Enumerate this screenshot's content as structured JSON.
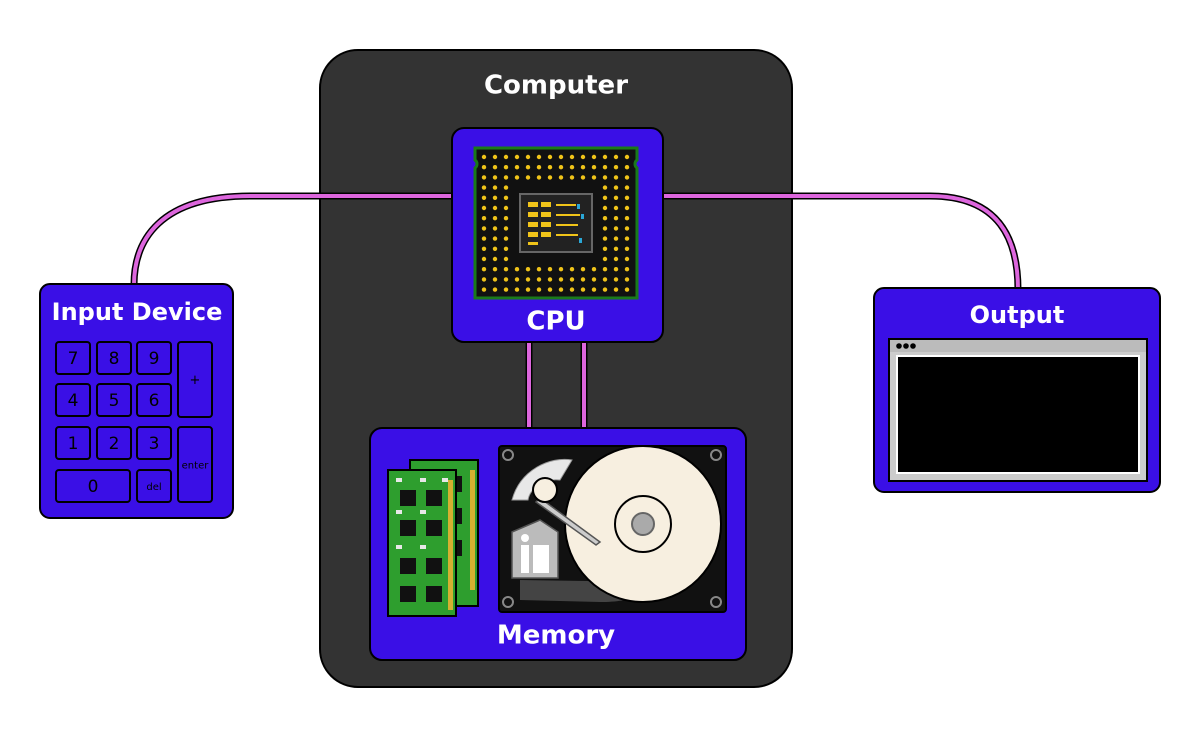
{
  "computer": {
    "title": "Computer"
  },
  "cpu": {
    "title": "CPU"
  },
  "memory": {
    "title": "Memory"
  },
  "input": {
    "title": "Input Device",
    "keys": [
      "7",
      "8",
      "9",
      "4",
      "5",
      "6",
      "1",
      "2",
      "3",
      "0",
      "del"
    ],
    "plus_key": "+",
    "enter_key": "enter"
  },
  "output": {
    "title": "Output"
  },
  "colors": {
    "box_fill": "#3a0fe6",
    "computer_fill": "#333333",
    "wire": "#dd66dd",
    "chip_pcb": "#1a7a1a",
    "chip_gold": "#f0c419",
    "ram_green": "#2e9e2e",
    "disk_platter": "#f7efe0"
  }
}
